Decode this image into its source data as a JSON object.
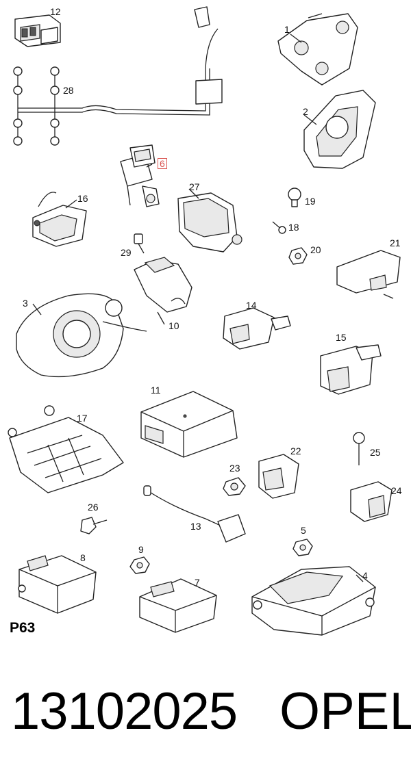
{
  "section_code": "P63",
  "part_number": "13102025",
  "brand": "OPEL",
  "highlighted_part": "6",
  "callouts": [
    {
      "id": "c1",
      "text": "1"
    },
    {
      "id": "c2",
      "text": "2"
    },
    {
      "id": "c3",
      "text": "3"
    },
    {
      "id": "c4",
      "text": "4"
    },
    {
      "id": "c5",
      "text": "5"
    },
    {
      "id": "c6",
      "text": "6"
    },
    {
      "id": "c7",
      "text": "7"
    },
    {
      "id": "c8",
      "text": "8"
    },
    {
      "id": "c9",
      "text": "9"
    },
    {
      "id": "c10",
      "text": "10"
    },
    {
      "id": "c11",
      "text": "11"
    },
    {
      "id": "c12",
      "text": "12"
    },
    {
      "id": "c13",
      "text": "13"
    },
    {
      "id": "c14",
      "text": "14"
    },
    {
      "id": "c15",
      "text": "15"
    },
    {
      "id": "c16",
      "text": "16"
    },
    {
      "id": "c17",
      "text": "17"
    },
    {
      "id": "c18",
      "text": "18"
    },
    {
      "id": "c19",
      "text": "19"
    },
    {
      "id": "c20",
      "text": "20"
    },
    {
      "id": "c21",
      "text": "21"
    },
    {
      "id": "c22",
      "text": "22"
    },
    {
      "id": "c23",
      "text": "23"
    },
    {
      "id": "c24",
      "text": "24"
    },
    {
      "id": "c25",
      "text": "25"
    },
    {
      "id": "c26",
      "text": "26"
    },
    {
      "id": "c27",
      "text": "27"
    },
    {
      "id": "c28",
      "text": "28"
    },
    {
      "id": "c29",
      "text": "29"
    }
  ]
}
